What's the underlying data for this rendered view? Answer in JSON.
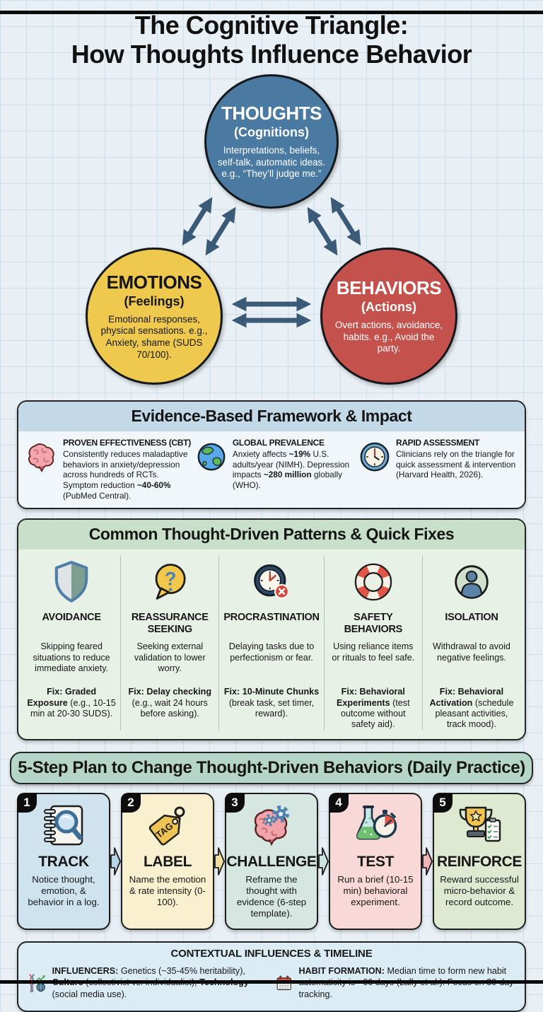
{
  "colors": {
    "thoughts_node": "#4a7aa2",
    "emotions_node": "#eec94d",
    "behaviors_node": "#c5514c",
    "arrow": "#3a5a77",
    "evidence_header": "#c3d9e8",
    "patterns_header": "#c8dfc9",
    "plan_pill": "#b6d5c9"
  },
  "header": {
    "title_line1": "The Cognitive Triangle:",
    "title_line2": "How Thoughts Influence Behavior"
  },
  "triangle": {
    "nodes": [
      {
        "title": "THOUGHTS",
        "subtitle": "(Cognitions)",
        "body": "Interpretations, beliefs, self-talk, automatic ideas. e.g., “They’ll judge me.”"
      },
      {
        "title": "EMOTIONS",
        "subtitle": "(Feelings)",
        "body": "Emotional responses, physical sensations. e.g., Anxiety, shame (SUDS 70/100)."
      },
      {
        "title": "BEHAVIORS",
        "subtitle": "(Actions)",
        "body": "Overt actions, avoidance, habits. e.g., Avoid the party."
      }
    ]
  },
  "evidence": {
    "title": "Evidence-Based Framework & Impact",
    "items": [
      {
        "icon": "brain-icon",
        "heading": "PROVEN EFFECTIVENESS (CBT)",
        "t1": "Consistently reduces maladaptive behaviors in anxiety/depression across hundreds of RCTs. Symptom reduction ",
        "b1": "~40-60%",
        "t2": " (PubMed Central)."
      },
      {
        "icon": "globe-icon",
        "heading": "GLOBAL PREVALENCE",
        "t1": "Anxiety affects ",
        "b1": "~19%",
        "t2": " U.S. adults/year (NIMH). Depression impacts ",
        "b2": "~280 million",
        "t3": " globally (WHO)."
      },
      {
        "icon": "clock-icon",
        "heading": "RAPID ASSESSMENT",
        "t1": "Clinicians rely on the triangle for quick assessment & intervention (Harvard Health, 2026)."
      }
    ]
  },
  "patterns": {
    "title": "Common Thought-Driven Patterns & Quick Fixes",
    "items": [
      {
        "icon": "shield-icon",
        "title": "AVOIDANCE",
        "desc": "Skipping feared situations to reduce immediate anxiety.",
        "fix_bold": "Fix: Graded Exposure",
        "fix_rest": " (e.g., 10-15 min at 20-30 SUDS)."
      },
      {
        "icon": "question-bubble-icon",
        "title": "REASSURANCE SEEKING",
        "desc": "Seeking external validation to lower worry.",
        "fix_bold": "Fix: Delay checking",
        "fix_rest": " (e.g., wait 24 hours before asking)."
      },
      {
        "icon": "clock-alert-icon",
        "title": "PROCRASTINATION",
        "desc": "Delaying tasks due to perfectionism or fear.",
        "fix_bold": "Fix: 10-Minute Chunks",
        "fix_rest": " (break task, set timer, reward)."
      },
      {
        "icon": "lifebuoy-icon",
        "title": "SAFETY BEHAVIORS",
        "desc": "Using reliance items or rituals to feel safe.",
        "fix_bold": "Fix: Behavioral Experiments",
        "fix_rest": " (test outcome without safety aid)."
      },
      {
        "icon": "person-icon",
        "title": "ISOLATION",
        "desc": "Withdrawal to avoid negative feelings.",
        "fix_bold": "Fix: Behavioral Activation",
        "fix_rest": " (schedule pleasant activities, track mood)."
      }
    ]
  },
  "plan": {
    "title": "5-Step Plan to Change Thought-Driven Behaviors (Daily Practice)",
    "steps": [
      {
        "num": "1",
        "title": "TRACK",
        "body": "Notice thought, emotion, & behavior in a log."
      },
      {
        "num": "2",
        "title": "LABEL",
        "body": "Name the emotion & rate intensity (0-100).",
        "tag_label": "TAG"
      },
      {
        "num": "3",
        "title": "CHALLENGE",
        "body": "Reframe the thought with evidence (6-step template)."
      },
      {
        "num": "4",
        "title": "TEST",
        "body": "Run a brief (10-15 min) behavioral experiment."
      },
      {
        "num": "5",
        "title": "REINFORCE",
        "body": "Reward successful micro-behavior & record outcome."
      }
    ]
  },
  "context": {
    "title": "CONTEXTUAL INFLUENCES & TIMELINE",
    "influencers": {
      "b1": "INFLUENCERS:",
      "t1": " Genetics (~35-45% heritability), ",
      "b2": "Culture",
      "t2": " (collectivist vs. individualist), ",
      "b3": "Technology",
      "t3": " (social media use)."
    },
    "habit": {
      "b1": "HABIT FORMATION:",
      "t1": " Median time to form new habit automaticity is ~66 days (Lally et al.). Focus on 30-day tracking."
    }
  }
}
